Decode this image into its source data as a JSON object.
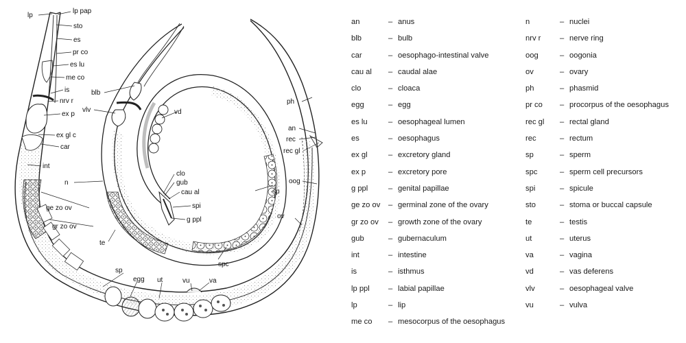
{
  "diagram_labels": [
    "lp",
    "lp pap",
    "sto",
    "es",
    "pr co",
    "es lu",
    "me co",
    "is",
    "nrv r",
    "ex p",
    "ex gl c",
    "car",
    "int",
    "n",
    "ge zo ov",
    "gr zo ov",
    "te",
    "blb",
    "vlv",
    "vd",
    "clo",
    "gub",
    "cau al",
    "spi",
    "g ppl",
    "sp",
    "spc",
    "ph",
    "an",
    "rec",
    "rec gl",
    "oog",
    "ov",
    "egg",
    "ut",
    "vu",
    "va"
  ],
  "legend": {
    "separator": "–",
    "left": [
      {
        "abbr": "an",
        "text": "anus"
      },
      {
        "abbr": "blb",
        "text": "bulb"
      },
      {
        "abbr": "car",
        "text": "oesophago-intestinal valve"
      },
      {
        "abbr": "cau al",
        "text": "caudal alae"
      },
      {
        "abbr": "clo",
        "text": "cloaca"
      },
      {
        "abbr": "egg",
        "text": "egg"
      },
      {
        "abbr": "es lu",
        "text": "oesophageal lumen"
      },
      {
        "abbr": "es",
        "text": "oesophagus"
      },
      {
        "abbr": "ex gl",
        "text": "excretory gland"
      },
      {
        "abbr": "ex p",
        "text": "excretory pore"
      },
      {
        "abbr": "g ppl",
        "text": "genital papillae"
      },
      {
        "abbr": "ge zo ov",
        "text": "germinal zone of the ovary"
      },
      {
        "abbr": "gr zo ov",
        "text": "growth zone of the ovary"
      },
      {
        "abbr": "gub",
        "text": "gubernaculum"
      },
      {
        "abbr": "int",
        "text": "intestine"
      },
      {
        "abbr": "is",
        "text": "isthmus"
      },
      {
        "abbr": "lp ppl",
        "text": "labial papillae"
      },
      {
        "abbr": "lp",
        "text": "lip"
      },
      {
        "abbr": "me co",
        "text": "mesocorpus of the oesophagus"
      }
    ],
    "right": [
      {
        "abbr": "n",
        "text": "nuclei"
      },
      {
        "abbr": "nrv r",
        "text": "nerve ring"
      },
      {
        "abbr": "oog",
        "text": "oogonia"
      },
      {
        "abbr": "ov",
        "text": "ovary"
      },
      {
        "abbr": "ph",
        "text": "phasmid"
      },
      {
        "abbr": "pr co",
        "text": "procorpus of the oesophagus"
      },
      {
        "abbr": "rec gl",
        "text": "rectal gland"
      },
      {
        "abbr": "rec",
        "text": "rectum"
      },
      {
        "abbr": "sp",
        "text": "sperm"
      },
      {
        "abbr": "spc",
        "text": "sperm cell precursors"
      },
      {
        "abbr": "spi",
        "text": "spicule"
      },
      {
        "abbr": "sto",
        "text": "stoma or buccal capsule"
      },
      {
        "abbr": "te",
        "text": "testis"
      },
      {
        "abbr": "ut",
        "text": "uterus"
      },
      {
        "abbr": "va",
        "text": "vagina"
      },
      {
        "abbr": "vd",
        "text": "vas deferens"
      },
      {
        "abbr": "vlv",
        "text": "oesophageal valve"
      },
      {
        "abbr": "vu",
        "text": "vulva"
      }
    ]
  }
}
